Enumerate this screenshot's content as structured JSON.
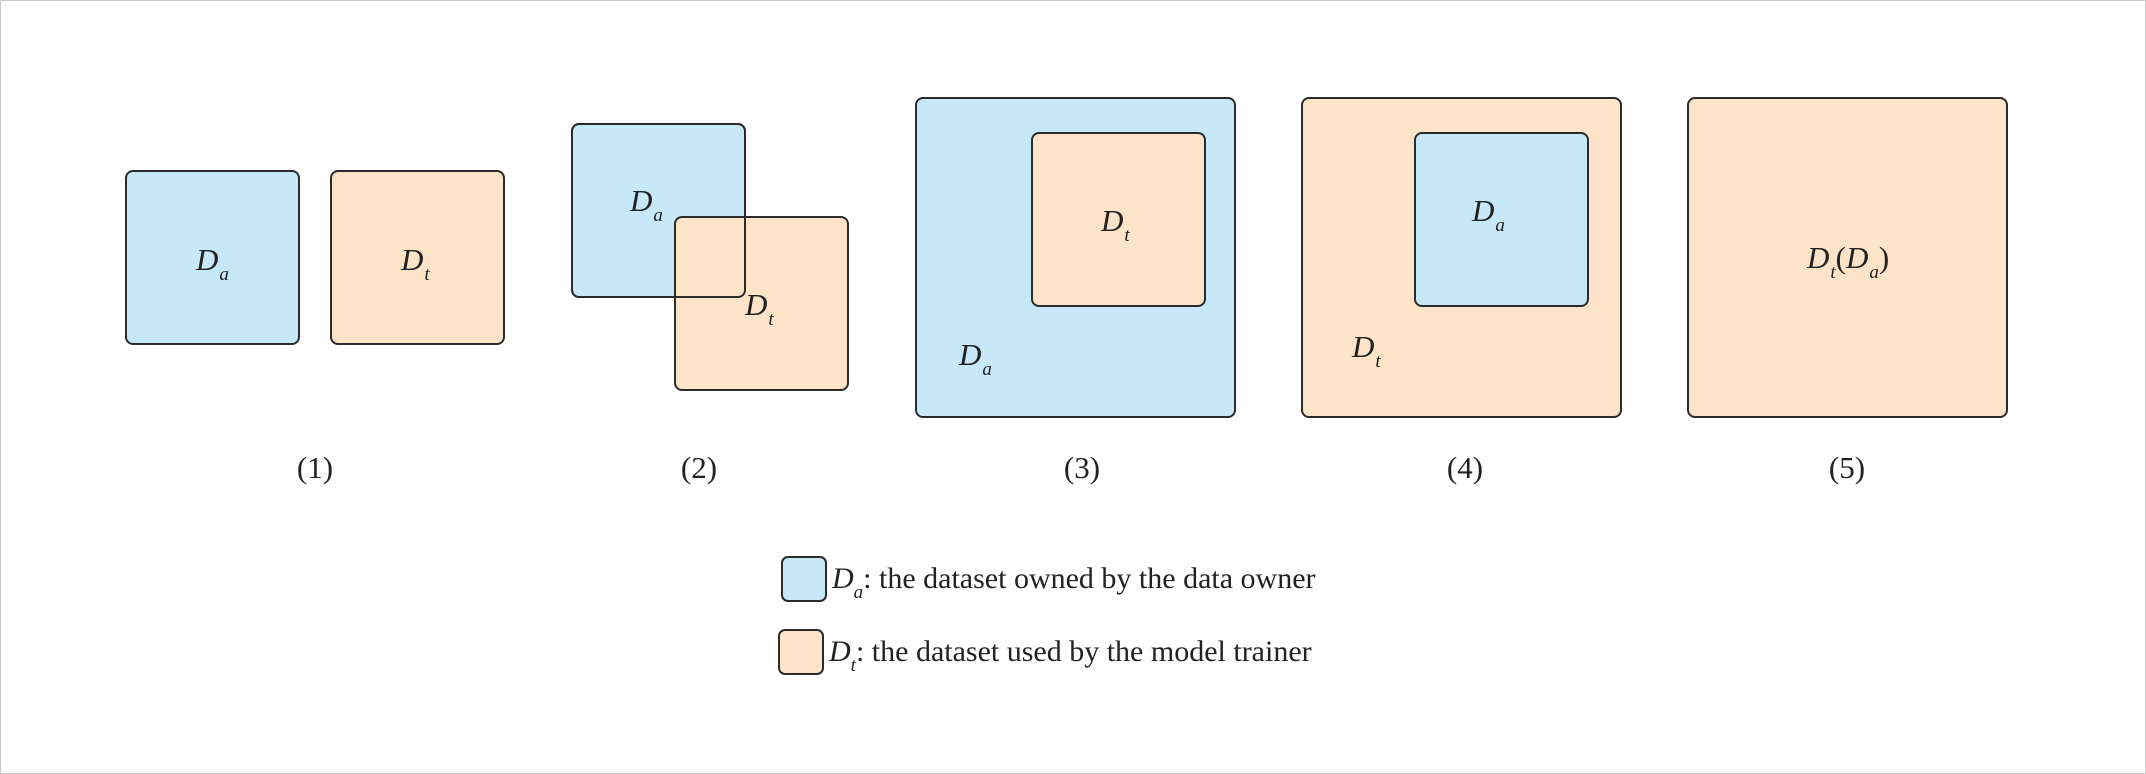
{
  "colors": {
    "data_owner": "#c6e8f9",
    "model_trainer": "#fde3c8",
    "stroke": "#2b2b2b"
  },
  "symbols": {
    "D": "D",
    "a": "a",
    "t": "t",
    "open_paren": "(",
    "close_paren": ")"
  },
  "panels": [
    {
      "caption": "(1)",
      "relation": "disjoint",
      "sets": [
        "Da",
        "Dt"
      ]
    },
    {
      "caption": "(2)",
      "relation": "overlapping",
      "sets": [
        "Da",
        "Dt"
      ]
    },
    {
      "caption": "(3)",
      "relation": "Dt subset of Da",
      "outer": "Da",
      "inner": "Dt"
    },
    {
      "caption": "(4)",
      "relation": "Da subset of Dt",
      "outer": "Dt",
      "inner": "Da"
    },
    {
      "caption": "(5)",
      "relation": "identical",
      "label": "Dt(Da)"
    }
  ],
  "legend": [
    {
      "symbol": "D",
      "subscript": "a",
      "text": ": the dataset owned by the data owner",
      "color": "#c6e8f9"
    },
    {
      "symbol": "D",
      "subscript": "t",
      "text": ": the dataset used by the model trainer",
      "color": "#fde3c8"
    }
  ]
}
